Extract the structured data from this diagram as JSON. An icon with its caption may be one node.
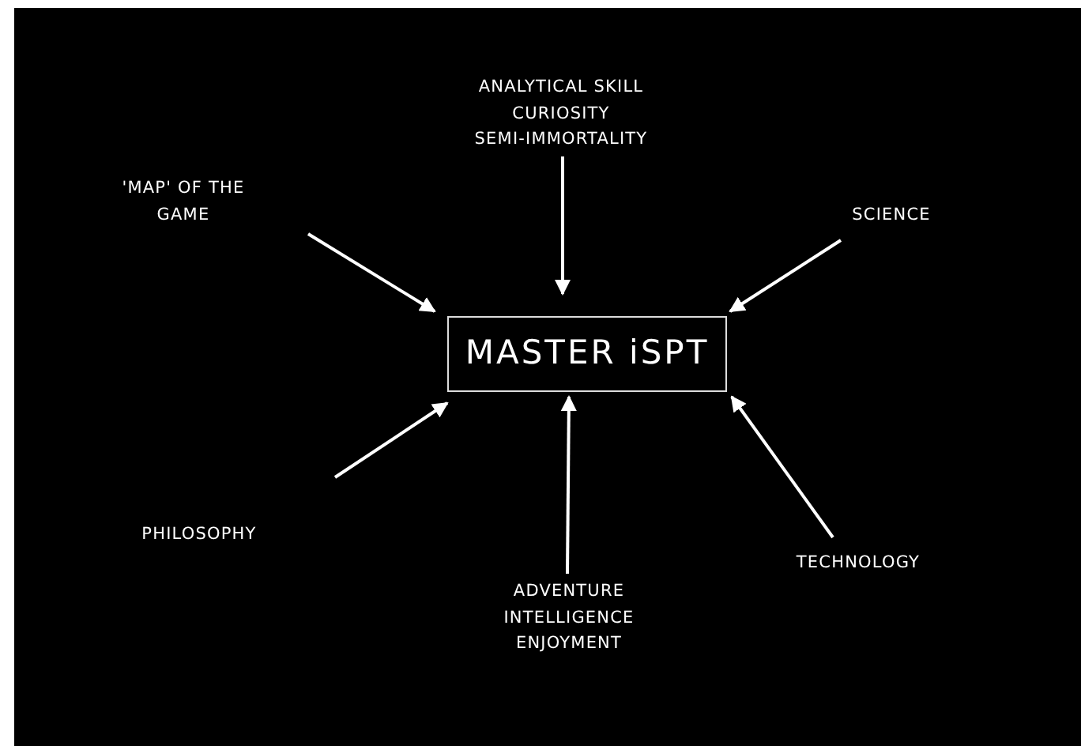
{
  "diagram": {
    "nodes": [
      {
        "text": [
          "MASTER iSPT"
        ]
      },
      {
        "text": [
          "ANALYTICAL SKILL",
          "CURIOSITY",
          "SEMI-IMMORTALITY"
        ]
      },
      {
        "text": [
          "'MAP' OF THE GAME"
        ]
      },
      {
        "text": [
          "SCIENCE"
        ]
      },
      {
        "text": [
          "PHILOSOPHY"
        ]
      },
      {
        "text": [
          "ADVENTURE",
          "INTELLIGENCE",
          "ENJOYMENT"
        ]
      },
      {
        "text": [
          "TECHNOLOGY"
        ]
      }
    ],
    "edges": [
      {
        "from": 1,
        "to": 0,
        "arrow": "to"
      },
      {
        "from": 2,
        "to": 0,
        "arrow": "to"
      },
      {
        "from": 3,
        "to": 0,
        "arrow": "to"
      },
      {
        "from": 4,
        "to": 0,
        "arrow": "to"
      },
      {
        "from": 5,
        "to": 0,
        "arrow": "to"
      },
      {
        "from": 6,
        "to": 0,
        "arrow": "to"
      }
    ]
  }
}
